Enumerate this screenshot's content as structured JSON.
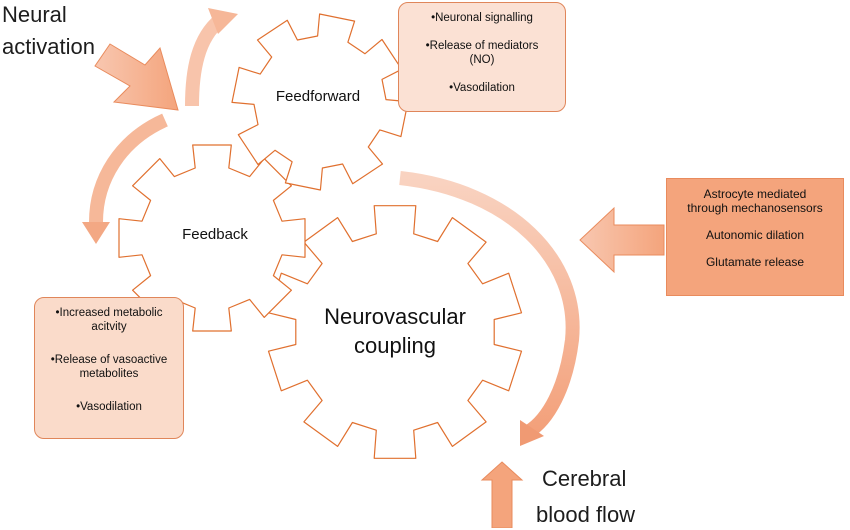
{
  "neural_activation": {
    "line1": "Neural",
    "line2": "activation"
  },
  "cerebral_blood_flow": {
    "line1": "Cerebral",
    "line2": "blood flow"
  },
  "gears": {
    "feedforward": "Feedforward",
    "feedback": "Feedback",
    "neurovascular_line1": "Neurovascular",
    "neurovascular_line2": "coupling"
  },
  "feedforward_box": {
    "step1": "•Neuronal signalling",
    "step2a": "•Release of mediators",
    "step2b": "(NO)",
    "step3": "•Vasodilation"
  },
  "feedback_box": {
    "step1a": "•Increased metabolic",
    "step1b": "acitvity",
    "step2a": "•Release of vasoactive",
    "step2b": "metabolites",
    "step3": "•Vasodilation"
  },
  "mechanisms_box": {
    "line1a": "Astrocyte mediated",
    "line1b": "through mechanosensors",
    "line2": "Autonomic dilation",
    "line3": "Glutamate release"
  },
  "colors": {
    "arrow_fill": "#f4a47c",
    "arrow_dark": "#e98b5d",
    "gear_stroke": "#e0702f",
    "box_border": "#e0865a"
  }
}
